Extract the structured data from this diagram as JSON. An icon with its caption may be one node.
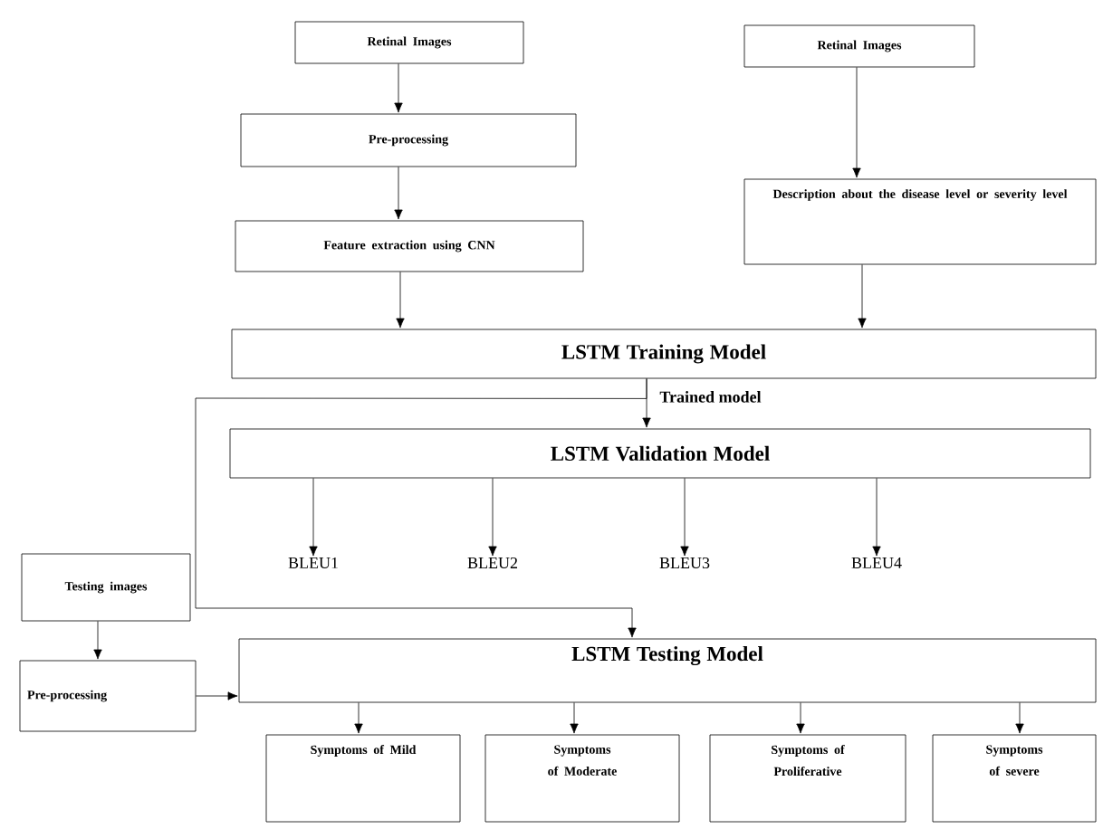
{
  "diagram": {
    "nodes": [
      {
        "text": [
          "Retinal Images"
        ]
      },
      {
        "text": [
          "Pre-processing"
        ]
      },
      {
        "text": [
          "Feature extraction using CNN"
        ]
      },
      {
        "text": [
          "Retinal Images"
        ]
      },
      {
        "text": [
          "Description about the disease level or severity level"
        ]
      },
      {
        "text": [
          "LSTM Training Model"
        ]
      },
      {
        "text": [
          "LSTM Validation Model"
        ]
      },
      {
        "text": [
          "BLEU1"
        ]
      },
      {
        "text": [
          "BLEU2"
        ]
      },
      {
        "text": [
          "BLEU3"
        ]
      },
      {
        "text": [
          "BLEU4"
        ]
      },
      {
        "text": [
          "Testing images"
        ]
      },
      {
        "text": [
          "Pre-processing"
        ]
      },
      {
        "text": [
          "LSTM Testing Model"
        ]
      },
      {
        "text": [
          "Symptoms of Mild"
        ]
      },
      {
        "text": [
          "Symptoms of Moderate"
        ]
      },
      {
        "text": [
          "Symptoms of Proliferative"
        ]
      },
      {
        "text": [
          "Symptoms of severe"
        ]
      }
    ],
    "edges": [
      {
        "from": 0,
        "to": 1,
        "arrow": "to"
      },
      {
        "from": 1,
        "to": 2,
        "arrow": "to"
      },
      {
        "from": 2,
        "to": 5,
        "arrow": "to"
      },
      {
        "from": 3,
        "to": 4,
        "arrow": "to"
      },
      {
        "from": 4,
        "to": 5,
        "arrow": "to"
      },
      {
        "from": 5,
        "to": 6,
        "arrow": "to",
        "label": "Trained model"
      },
      {
        "from": 5,
        "to": 13,
        "arrow": "to"
      },
      {
        "from": 6,
        "to": 7,
        "arrow": "to"
      },
      {
        "from": 6,
        "to": 8,
        "arrow": "to"
      },
      {
        "from": 6,
        "to": 9,
        "arrow": "to"
      },
      {
        "from": 6,
        "to": 10,
        "arrow": "to"
      },
      {
        "from": 11,
        "to": 12,
        "arrow": "to"
      },
      {
        "from": 12,
        "to": 13,
        "arrow": "to"
      },
      {
        "from": 13,
        "to": 14,
        "arrow": "to"
      },
      {
        "from": 13,
        "to": 15,
        "arrow": "to"
      },
      {
        "from": 13,
        "to": 16,
        "arrow": "to"
      },
      {
        "from": 13,
        "to": 17,
        "arrow": "to"
      }
    ]
  }
}
